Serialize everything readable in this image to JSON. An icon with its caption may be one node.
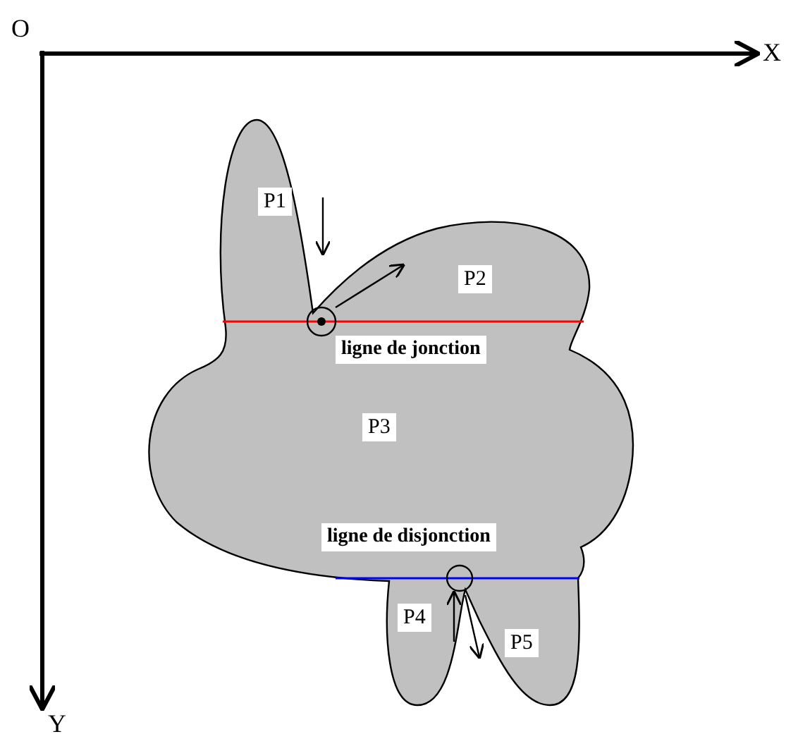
{
  "diagram": {
    "nodes": [
      {
        "text": [
          "P1"
        ]
      },
      {
        "text": [
          "P2"
        ]
      },
      {
        "text": [
          "ligne de jonction"
        ]
      },
      {
        "text": [
          "P3"
        ]
      },
      {
        "text": [
          "ligne de disjonction"
        ]
      },
      {
        "text": [
          "P4"
        ]
      },
      {
        "text": [
          "P5"
        ]
      }
    ],
    "edges": [],
    "labels": [
      "O",
      "X",
      "Y"
    ]
  }
}
